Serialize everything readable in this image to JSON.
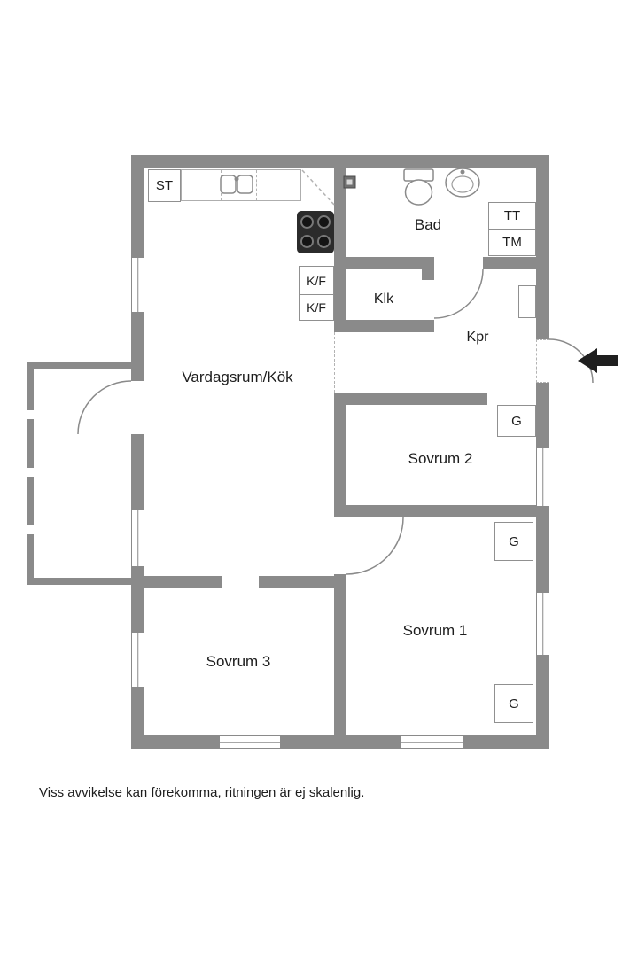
{
  "floorplan": {
    "rooms": {
      "living": "Vardagsrum/Kök",
      "bath": "Bad",
      "bedroom1": "Sovrum 1",
      "bedroom2": "Sovrum 2",
      "bedroom3": "Sovrum 3",
      "walkin": "Klk",
      "hall": "Kpr"
    },
    "fixtures": {
      "st": "ST",
      "tt": "TT",
      "tm": "TM",
      "kf1": "K/F",
      "kf2": "K/F",
      "g1": "G",
      "g2": "G",
      "g3": "G"
    },
    "icons": {
      "toilet": "toilet-icon",
      "bathroom_sink": "bathroom-sink-icon",
      "kitchen_sink": "kitchen-sink-icon",
      "stove": "stove-icon",
      "entrance_arrow": "entrance-arrow-icon",
      "floor_drain": "floor-drain-icon"
    },
    "colors": {
      "wall": "#8a8a8a",
      "outline": "#9c9c9c",
      "text": "#1d1d1d",
      "background": "#ffffff"
    },
    "footer": {
      "disclaimer": "Viss avvikelse kan förekomma, ritningen är ej skalenlig."
    }
  }
}
